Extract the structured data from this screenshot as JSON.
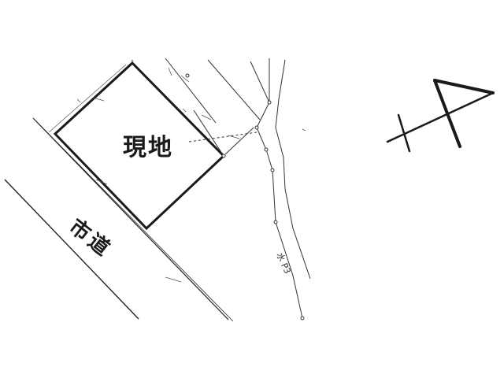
{
  "site_label": "現地",
  "road_label": "市道",
  "waterway_label": "水 P3",
  "icons": {
    "north_arrow": "north-arrow-icon"
  },
  "colors": {
    "ink": "#1a1a1a",
    "paper": "#ffffff"
  }
}
